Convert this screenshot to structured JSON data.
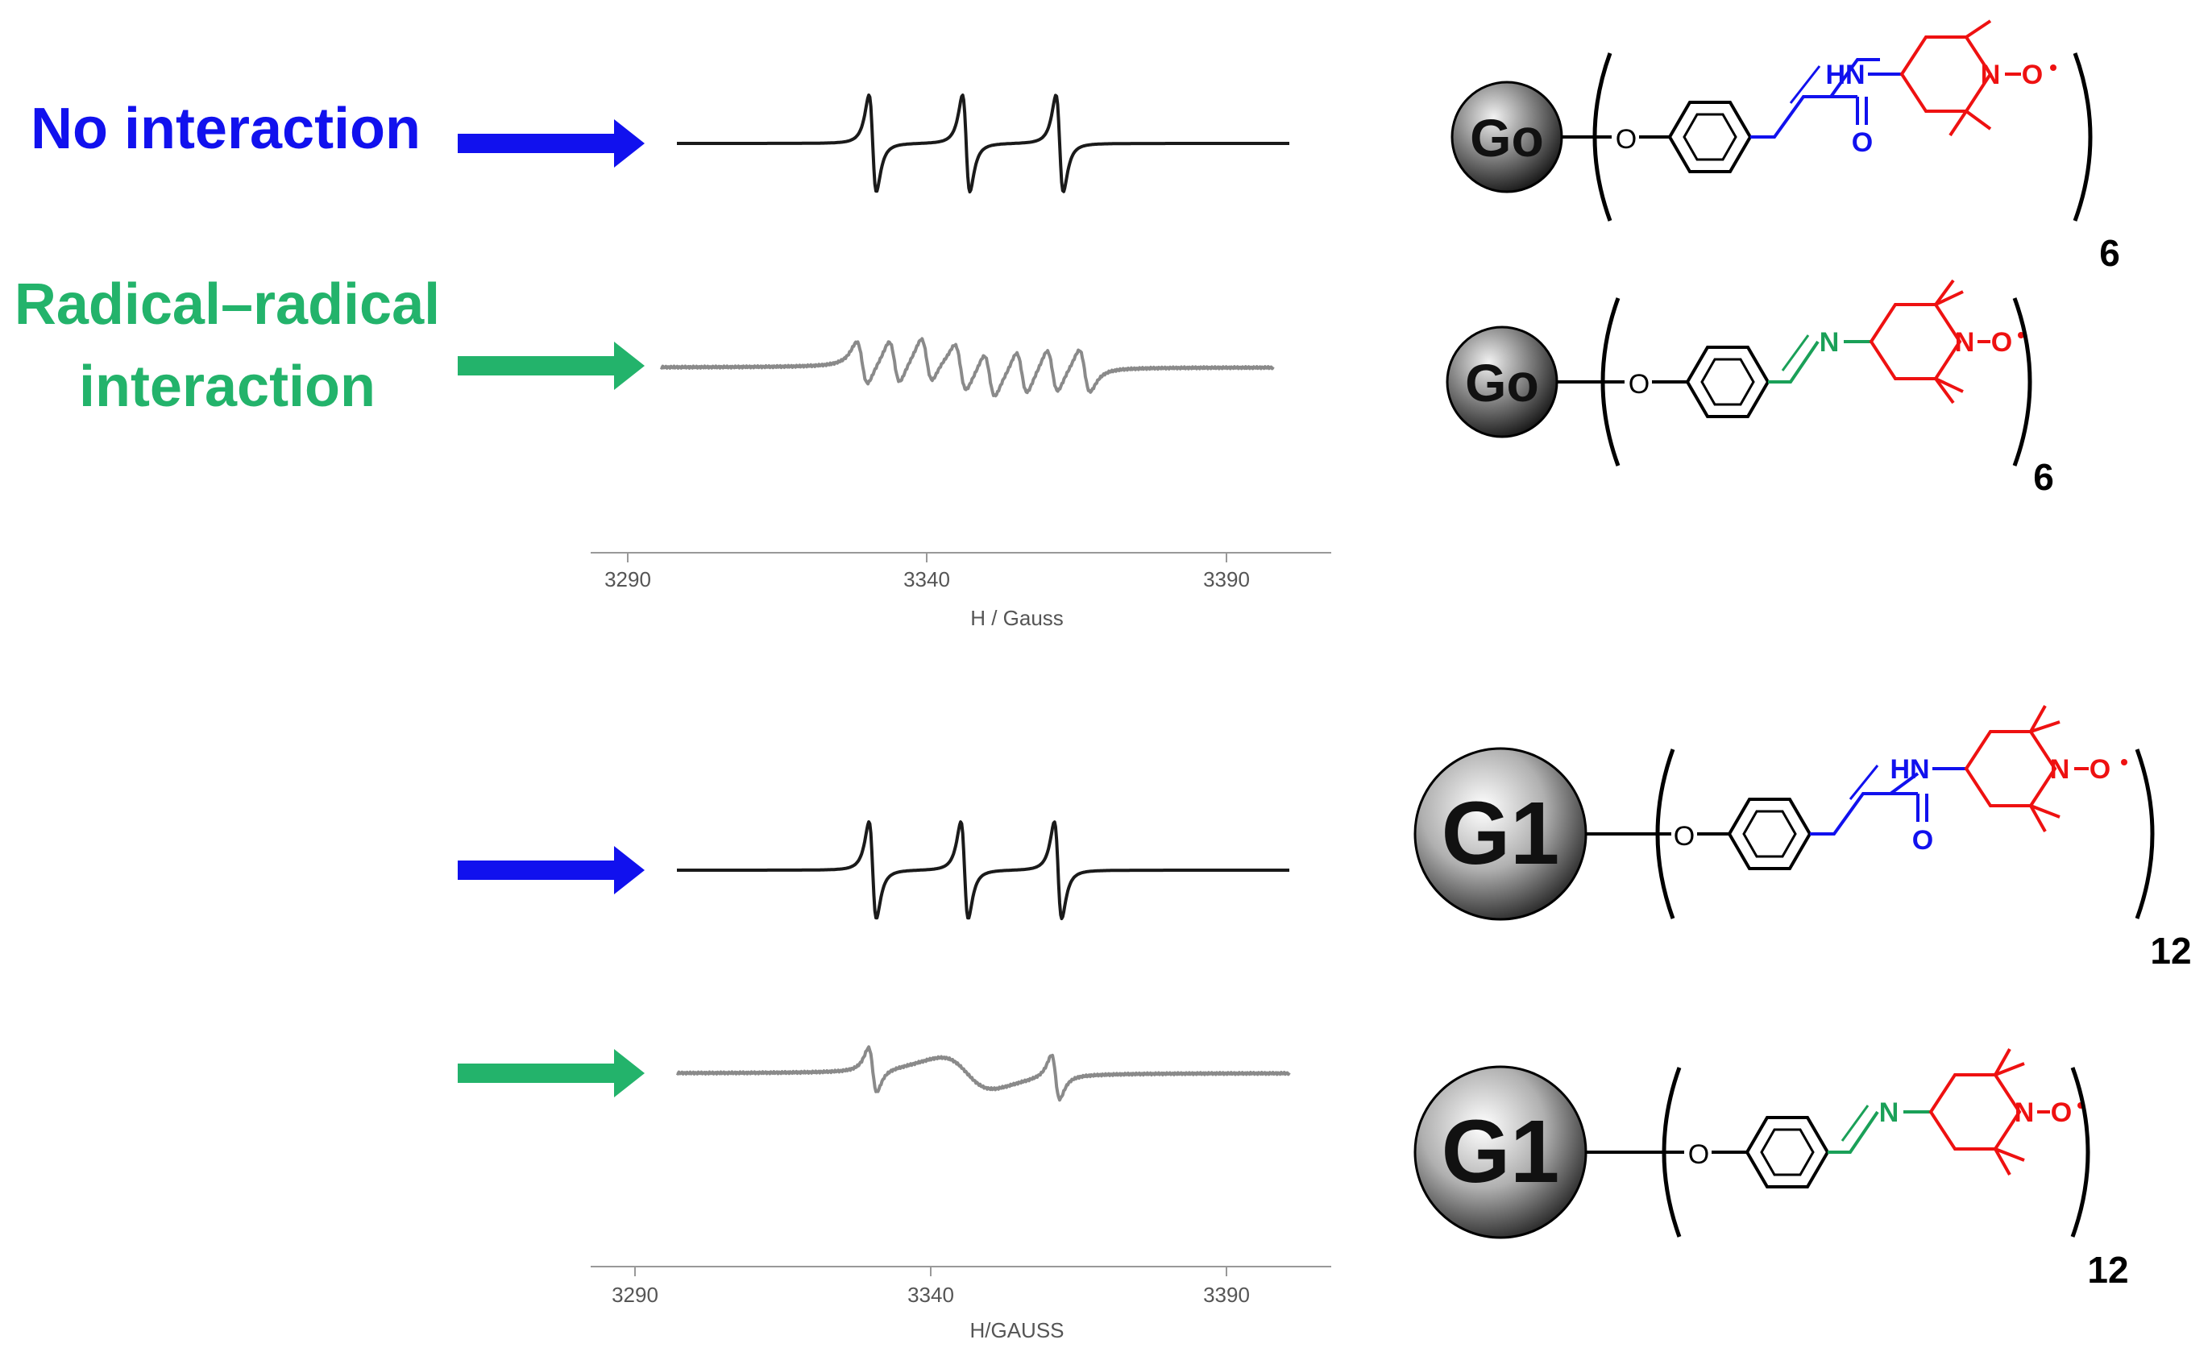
{
  "legend": {
    "no_interaction": "No interaction",
    "radical_line1": "Radical–radical",
    "radical_line2": "interaction"
  },
  "colors": {
    "no_interaction": "#1111ee",
    "radical": "#23b36b",
    "spectrum_sharp": "#1a1a1a",
    "spectrum_broad": "#8a8a8a",
    "nitroxide": "#ee1111",
    "amide": "#1111ee",
    "imine": "#1aa058",
    "bond": "#000000",
    "axis": "#999999"
  },
  "panels": [
    {
      "axis": {
        "ticks": [
          "3290",
          "3340",
          "3390"
        ],
        "xlabel": "H / Gauss"
      },
      "spectra": [
        {
          "type": "sharp-triplet",
          "arrow": "no_interaction"
        },
        {
          "type": "exchange-broadened-5-line",
          "arrow": "radical"
        }
      ]
    },
    {
      "axis": {
        "ticks": [
          "3290",
          "3340",
          "3390"
        ],
        "xlabel": "H/GAUSS"
      },
      "spectra": [
        {
          "type": "sharp-triplet",
          "arrow": "no_interaction"
        },
        {
          "type": "broad-exchange",
          "arrow": "radical"
        }
      ]
    }
  ],
  "structures": [
    {
      "core": "Go",
      "linker": "amide",
      "atoms": {
        "nh": "HN",
        "o_carbonyl": "O",
        "o_ether": "O",
        "n_ring": "N",
        "o_radical": "O"
      },
      "multiplicity": "6"
    },
    {
      "core": "Go",
      "linker": "imine",
      "atoms": {
        "n_imine": "N",
        "o_ether": "O",
        "n_ring": "N",
        "o_radical": "O"
      },
      "multiplicity": "6"
    },
    {
      "core": "G1",
      "linker": "amide",
      "atoms": {
        "nh": "HN",
        "o_carbonyl": "O",
        "o_ether": "O",
        "n_ring": "N",
        "o_radical": "O"
      },
      "multiplicity": "12"
    },
    {
      "core": "G1",
      "linker": "imine",
      "atoms": {
        "n_imine": "N",
        "o_ether": "O",
        "n_ring": "N",
        "o_radical": "O"
      },
      "multiplicity": "12"
    }
  ]
}
